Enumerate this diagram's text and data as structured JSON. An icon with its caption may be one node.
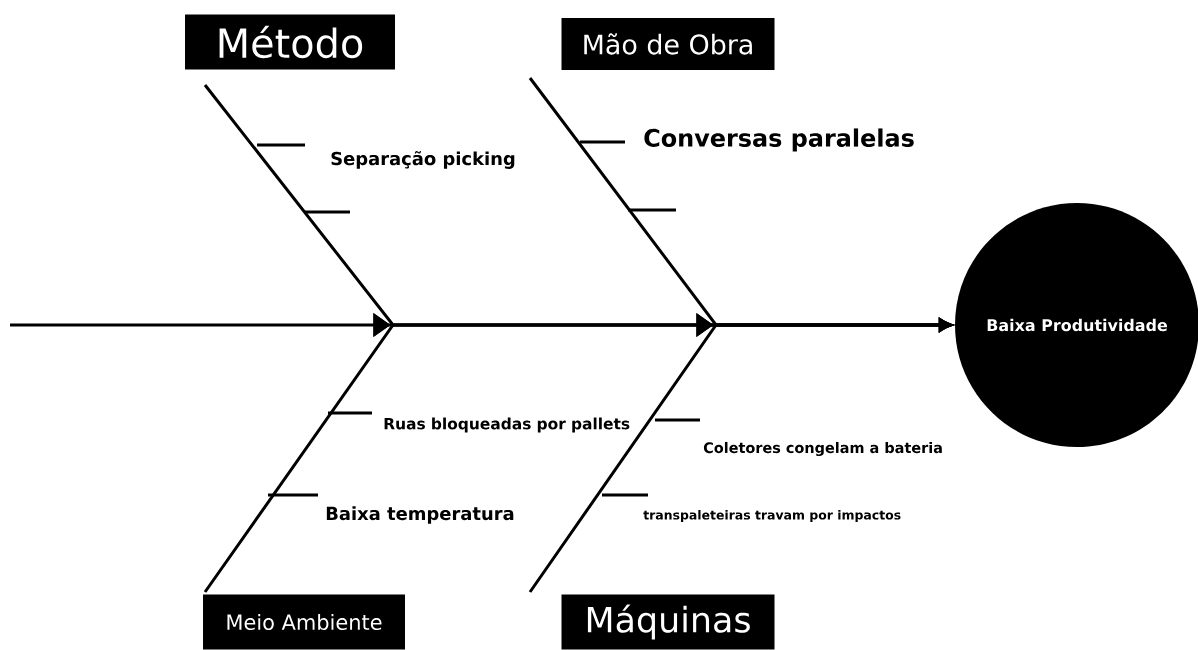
{
  "diagram": {
    "nodes": [
      {
        "text": [
          "Método"
        ]
      },
      {
        "text": [
          "Mão de Obra"
        ]
      },
      {
        "text": [
          "Meio Ambiente"
        ]
      },
      {
        "text": [
          "Máquinas"
        ]
      },
      {
        "text": [
          "Baixa Produtividade"
        ]
      }
    ],
    "edges": [
      {
        "from": null,
        "to": 4,
        "arrow": "to"
      },
      {
        "from": 0,
        "to": 4,
        "arrow": "to"
      },
      {
        "from": 1,
        "to": 4,
        "arrow": "to"
      },
      {
        "from": 2,
        "to": 4,
        "arrow": "to"
      },
      {
        "from": 3,
        "to": 4,
        "arrow": "to"
      }
    ],
    "labels": [
      "Separação picking",
      "Conversas paralelas",
      "Ruas bloqueadas por pallets",
      "Baixa temperatura",
      "Coletores congelam a bateria",
      "transpaleteiras travam por impactos"
    ]
  }
}
